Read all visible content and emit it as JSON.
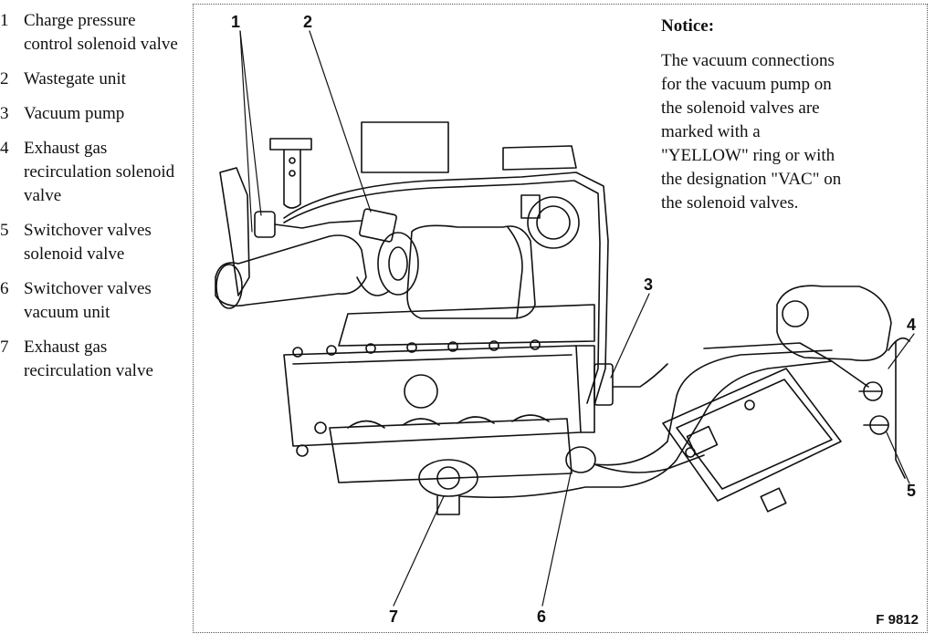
{
  "legend": [
    {
      "num": "1",
      "text": "Charge pressure control solenoid valve"
    },
    {
      "num": "2",
      "text": "Wastegate unit"
    },
    {
      "num": "3",
      "text": "Vacuum pump"
    },
    {
      "num": "4",
      "text": "Exhaust gas recirculation solenoid valve"
    },
    {
      "num": "5",
      "text": "Switchover valves solenoid valve"
    },
    {
      "num": "6",
      "text": "Switchover valves vacuum unit"
    },
    {
      "num": "7",
      "text": "Exhaust gas recirculation valve"
    }
  ],
  "notice": {
    "title": "Notice:",
    "text": "The vacuum connections for the vacuum pump on the solenoid valves are marked with a \"YELLOW\" ring or with the designation \"VAC\" on the solenoid valves."
  },
  "callouts": [
    "1",
    "2",
    "3",
    "4",
    "5",
    "6",
    "7"
  ],
  "figure_id": "F 9812"
}
